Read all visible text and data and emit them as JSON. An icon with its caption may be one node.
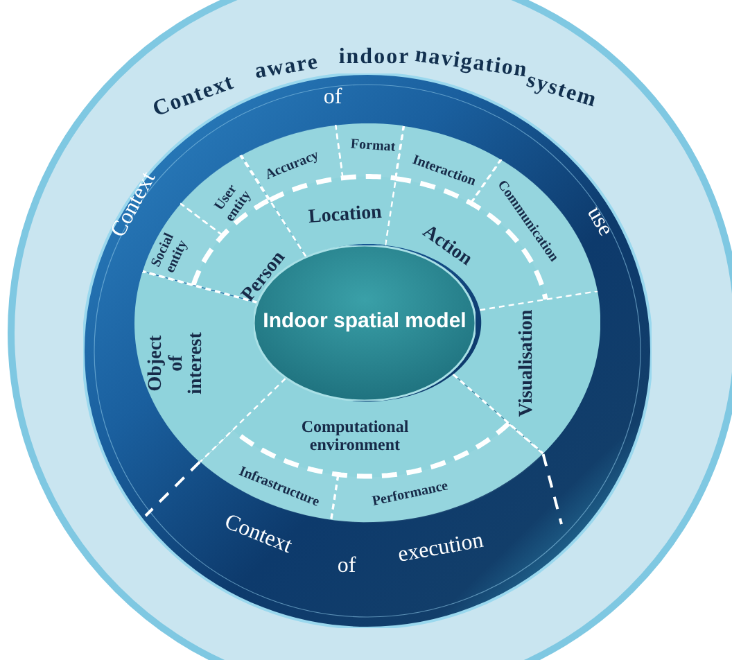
{
  "diagram": {
    "title": "Context aware indoor navigation system",
    "nodes": [
      {
        "text": [],
        "shape": "circle"
      },
      {
        "text": [
          "Context",
          "of",
          "use",
          "Context",
          "of",
          "execution"
        ],
        "in": 0
      },
      {
        "text": [
          "Person"
        ],
        "in": 1
      },
      {
        "text": [
          "Social entity"
        ],
        "in": 2
      },
      {
        "text": [
          "User entity"
        ],
        "in": 2
      },
      {
        "text": [
          "Location"
        ],
        "in": 1
      },
      {
        "text": [
          "Accuracy"
        ],
        "in": 5
      },
      {
        "text": [
          "Format"
        ],
        "in": 5
      },
      {
        "text": [
          "Action"
        ],
        "in": 1
      },
      {
        "text": [
          "Interaction"
        ],
        "in": 8
      },
      {
        "text": [
          "Communication"
        ],
        "in": 8
      },
      {
        "text": [
          "Visualisation"
        ],
        "in": 1
      },
      {
        "text": [
          "Computational environment"
        ],
        "in": 1
      },
      {
        "text": [
          "Infrastructure"
        ],
        "in": 12
      },
      {
        "text": [
          "Performance"
        ],
        "in": 12
      },
      {
        "text": [
          "Object of interest"
        ],
        "in": 1
      },
      {
        "text": [
          "Indoor spatial model"
        ],
        "in": 1
      }
    ]
  }
}
